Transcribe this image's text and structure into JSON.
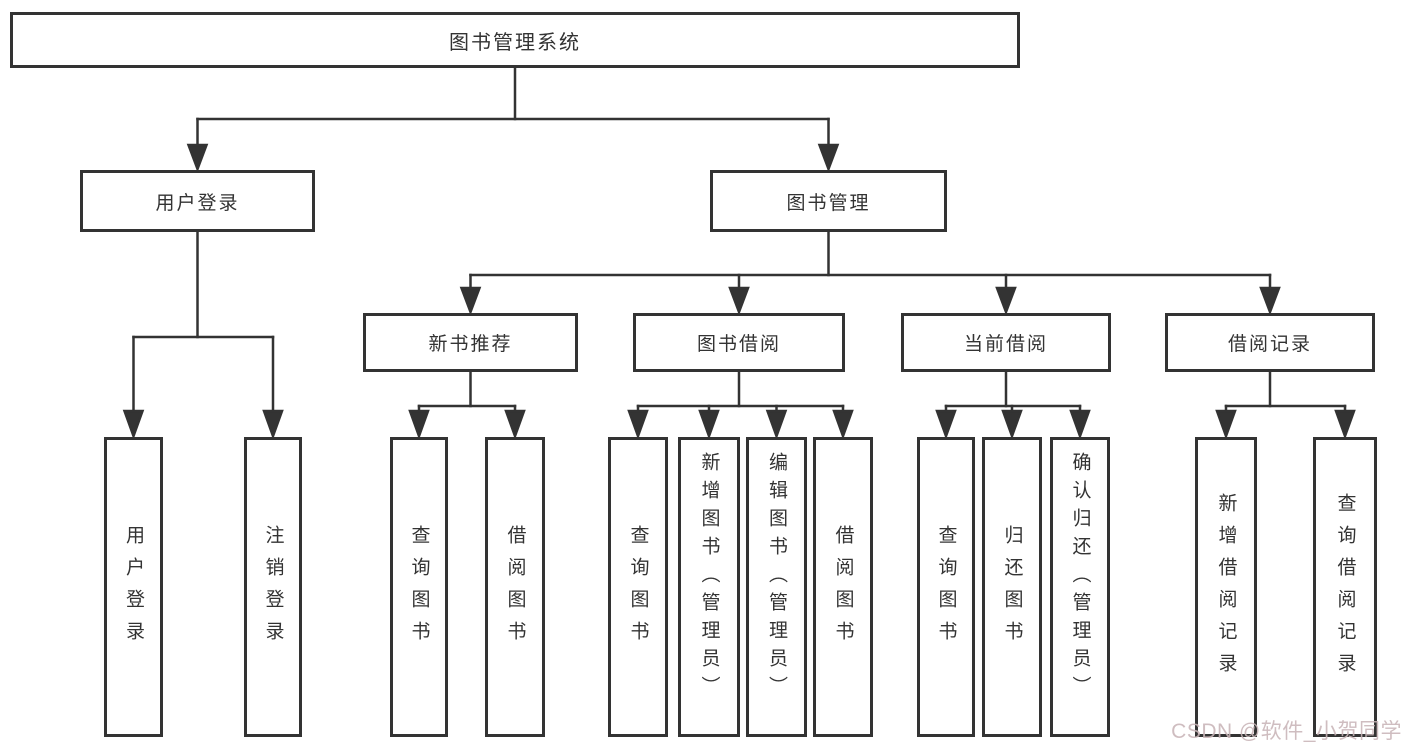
{
  "diagram": {
    "type": "hierarchy-tree",
    "root": {
      "label": "图书管理系统",
      "children": [
        {
          "label": "用户登录",
          "children": [
            {
              "label": "用户登录"
            },
            {
              "label": "注销登录"
            }
          ]
        },
        {
          "label": "图书管理",
          "children": [
            {
              "label": "新书推荐",
              "children": [
                {
                  "label": "查询图书"
                },
                {
                  "label": "借阅图书"
                }
              ]
            },
            {
              "label": "图书借阅",
              "children": [
                {
                  "label": "查询图书"
                },
                {
                  "label": "新增图书（管理员）"
                },
                {
                  "label": "编辑图书（管理员）"
                },
                {
                  "label": "借阅图书"
                }
              ]
            },
            {
              "label": "当前借阅",
              "children": [
                {
                  "label": "查询图书"
                },
                {
                  "label": "归还图书"
                },
                {
                  "label": "确认归还（管理员）"
                }
              ]
            },
            {
              "label": "借阅记录",
              "children": [
                {
                  "label": "新增借阅记录"
                },
                {
                  "label": "查询借阅记录"
                }
              ]
            }
          ]
        }
      ]
    }
  },
  "watermark": {
    "text": "CSDN @软件_小贺同学",
    "color": "#c9b5b8"
  },
  "colors": {
    "line": "#333333",
    "box_border": "#333333",
    "box_background": "#ffffff",
    "text": "#333333",
    "page_background": "#ffffff"
  }
}
